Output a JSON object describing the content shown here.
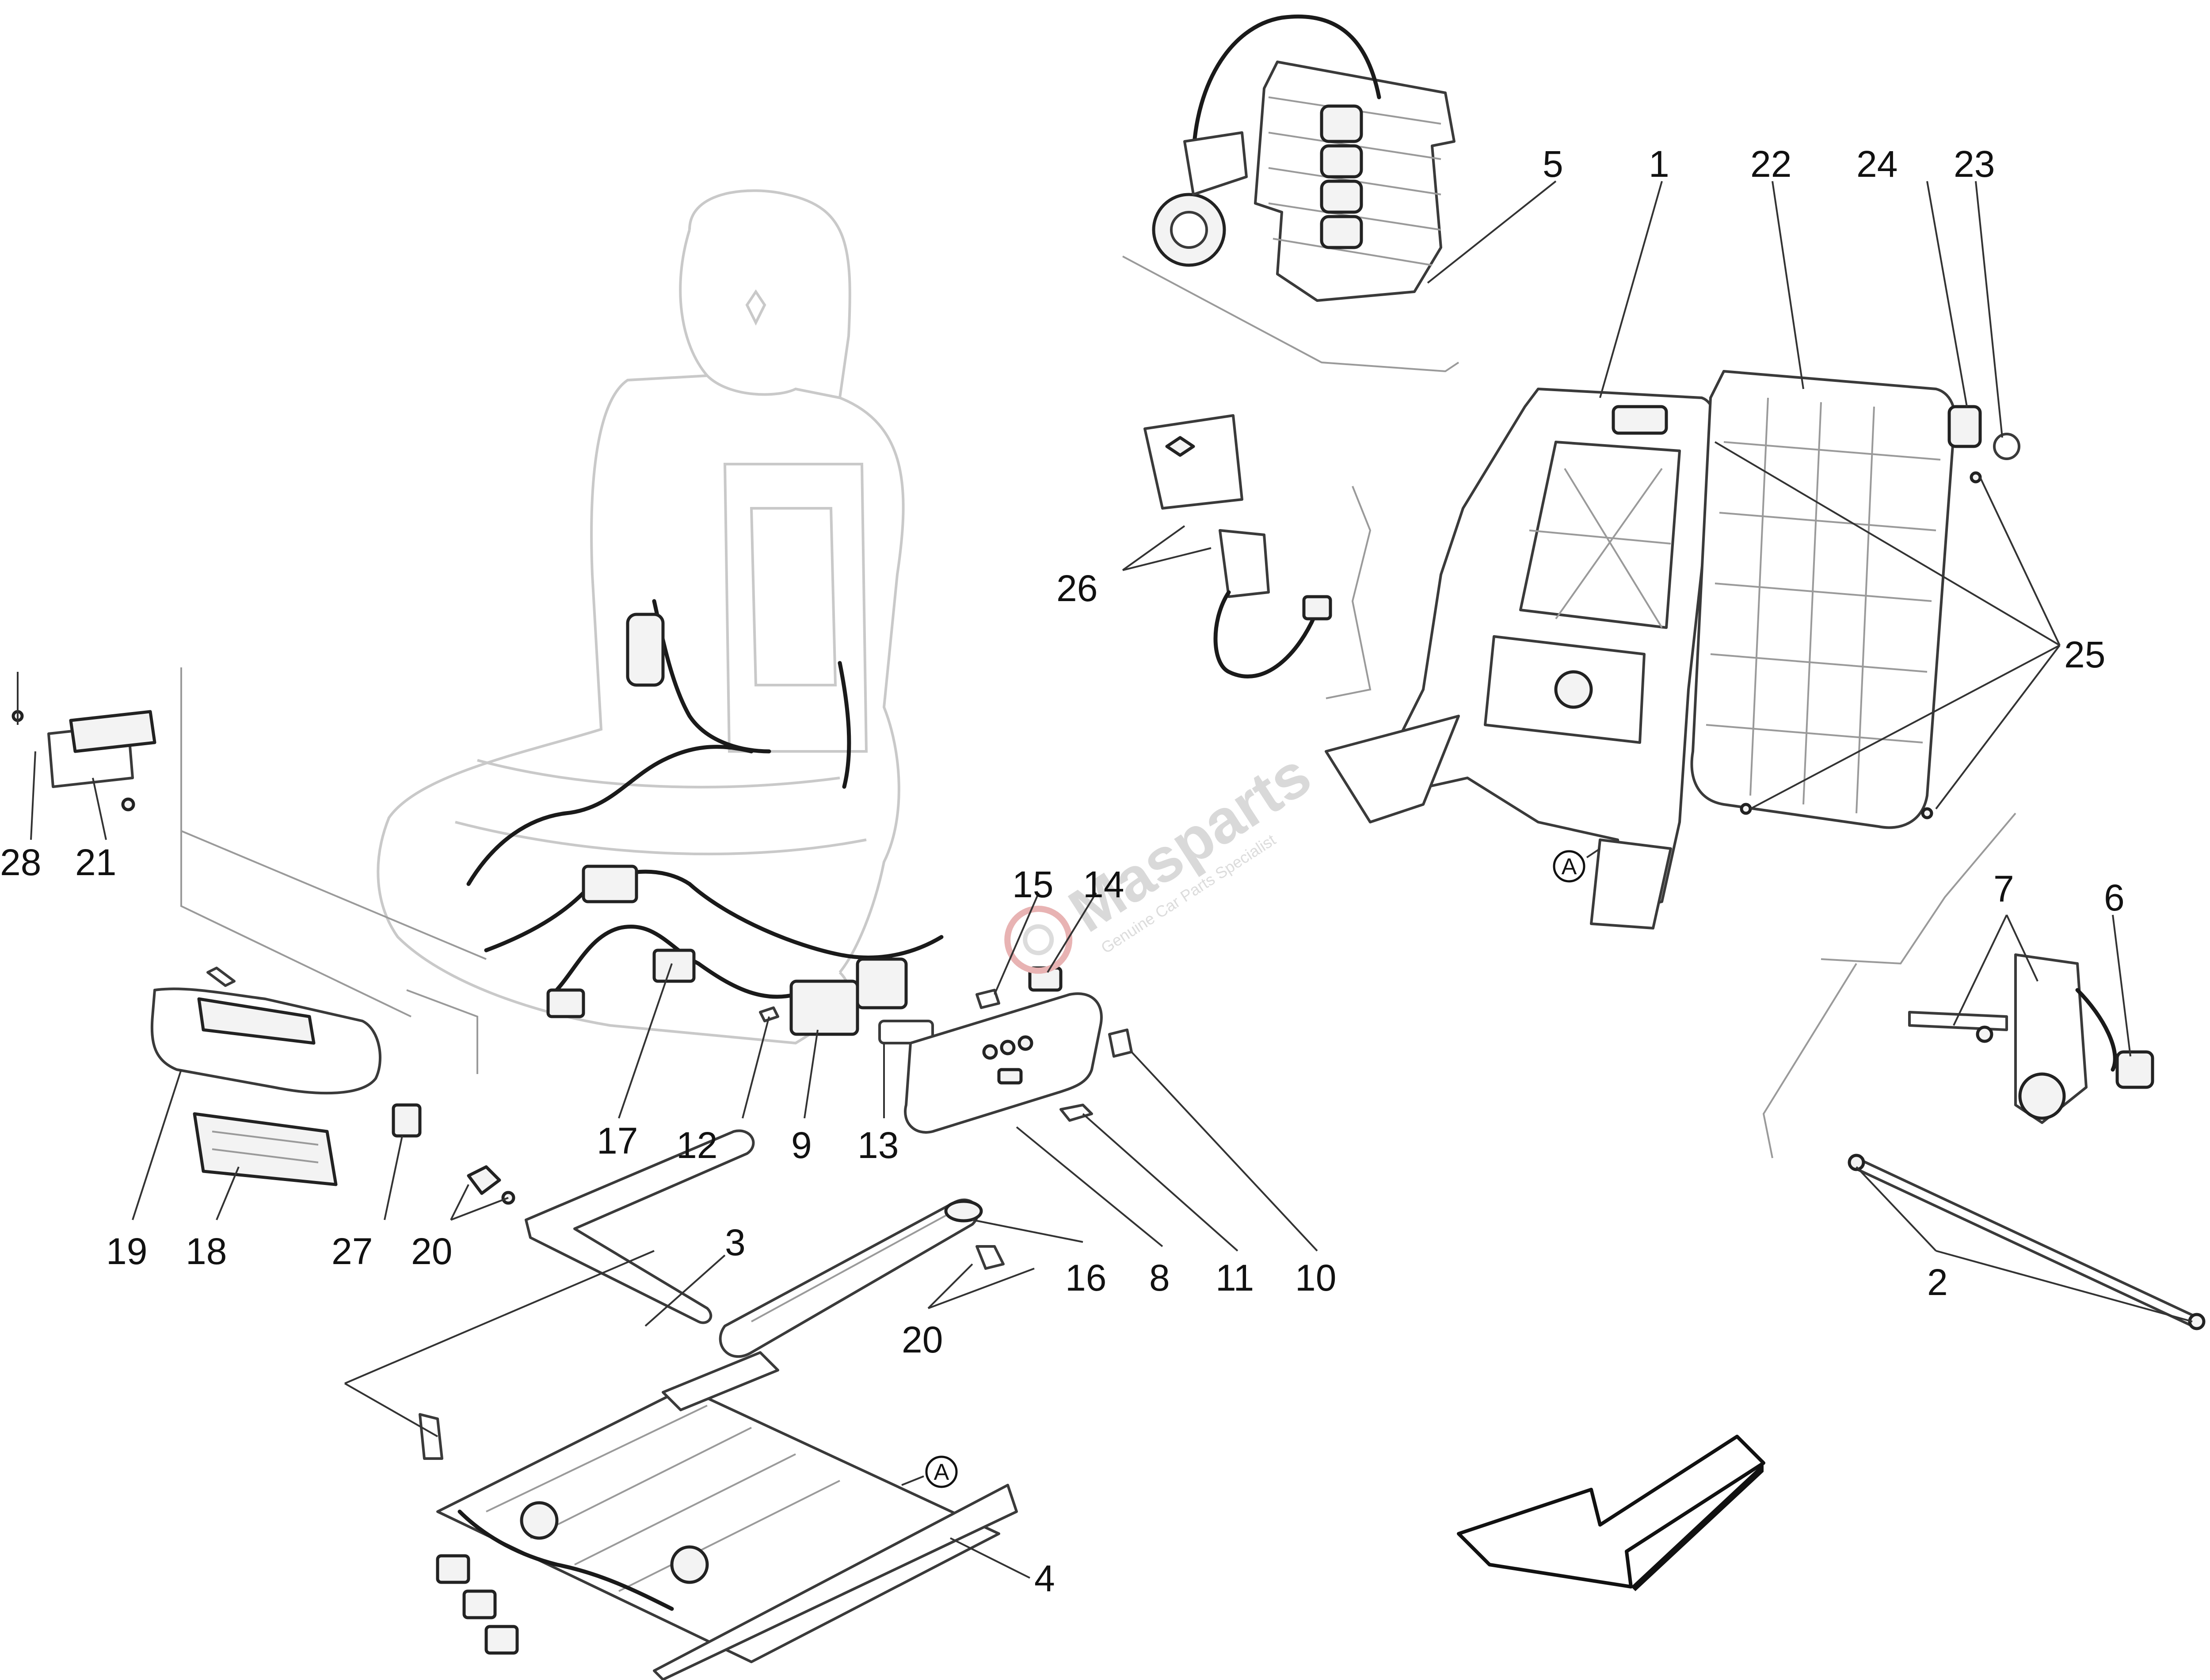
{
  "callouts": [
    {
      "id": "c1",
      "label": "1"
    },
    {
      "id": "c2",
      "label": "2"
    },
    {
      "id": "c3",
      "label": "3"
    },
    {
      "id": "c4",
      "label": "4"
    },
    {
      "id": "c5",
      "label": "5"
    },
    {
      "id": "c6",
      "label": "6"
    },
    {
      "id": "c7",
      "label": "7"
    },
    {
      "id": "c8",
      "label": "8"
    },
    {
      "id": "c9",
      "label": "9"
    },
    {
      "id": "c10",
      "label": "10"
    },
    {
      "id": "c11",
      "label": "11"
    },
    {
      "id": "c12",
      "label": "12"
    },
    {
      "id": "c13",
      "label": "13"
    },
    {
      "id": "c14",
      "label": "14"
    },
    {
      "id": "c15",
      "label": "15"
    },
    {
      "id": "c16",
      "label": "16"
    },
    {
      "id": "c17",
      "label": "17"
    },
    {
      "id": "c18",
      "label": "18"
    },
    {
      "id": "c19",
      "label": "19"
    },
    {
      "id": "c20a",
      "label": "20"
    },
    {
      "id": "c20b",
      "label": "20"
    },
    {
      "id": "c21",
      "label": "21"
    },
    {
      "id": "c22",
      "label": "22"
    },
    {
      "id": "c23",
      "label": "23"
    },
    {
      "id": "c24",
      "label": "24"
    },
    {
      "id": "c25",
      "label": "25"
    },
    {
      "id": "c26",
      "label": "26"
    },
    {
      "id": "c27",
      "label": "27"
    },
    {
      "id": "c28",
      "label": "28"
    }
  ],
  "reference_markers": [
    {
      "id": "refA1",
      "letter": "A"
    },
    {
      "id": "refA2",
      "letter": "A"
    }
  ],
  "watermark": {
    "brand": "Masparts",
    "tagline": "Genuine Car Parts Specialist"
  },
  "colors": {
    "line": "#3a3a3a",
    "ghost_seat": "#c9c9c9",
    "watermark": "#d9d9d9",
    "watermark_accent": "#e8b3b3"
  }
}
